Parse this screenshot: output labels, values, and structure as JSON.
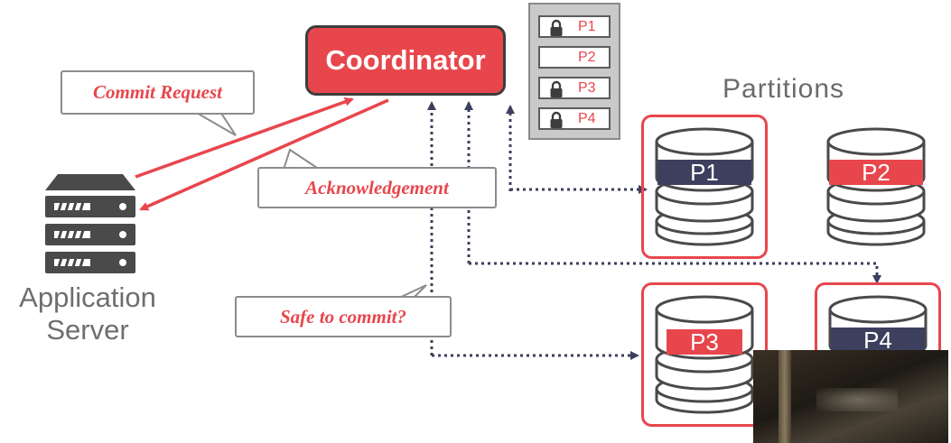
{
  "coordinator": {
    "label": "Coordinator"
  },
  "lock_table": {
    "rows": [
      {
        "label": "P1",
        "locked": true
      },
      {
        "label": "P2",
        "locked": false
      },
      {
        "label": "P3",
        "locked": true
      },
      {
        "label": "P4",
        "locked": true
      }
    ]
  },
  "callouts": {
    "commit_request": "Commit Request",
    "acknowledgement": "Acknowledgement",
    "safe_to_commit": "Safe to commit?"
  },
  "partitions": {
    "title": "Partitions",
    "items": [
      {
        "label": "P1",
        "band_color": "#3d3f5e",
        "highlighted": true
      },
      {
        "label": "P2",
        "band_color": "#e8464d",
        "highlighted": false
      },
      {
        "label": "P3",
        "band_color": "#e8464d",
        "highlighted": true
      },
      {
        "label": "P4",
        "band_color": "#3d3f5e",
        "highlighted": true
      }
    ]
  },
  "app_server": {
    "label_line1": "Application",
    "label_line2": "Server"
  },
  "colors": {
    "accent_red": "#e8464d",
    "dark": "#3d3d3d",
    "navy": "#3d3f5e",
    "gray_text": "#6e6e6e"
  },
  "icons": {
    "server": "server-rack-icon",
    "lock": "padlock-icon",
    "database": "database-cylinder-icon"
  }
}
